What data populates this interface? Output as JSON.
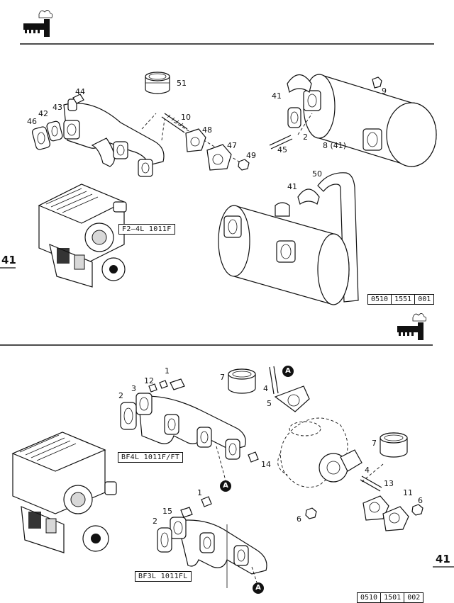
{
  "section_number": "41",
  "diagram_top": {
    "callouts": [
      "44",
      "43",
      "42",
      "46",
      "51",
      "10",
      "48",
      "47",
      "49",
      "41",
      "9",
      "2",
      "45",
      "8 (41)",
      "50",
      "41"
    ],
    "engine_label": "F2–4L 1011F",
    "reference": [
      "0510",
      "1551",
      "001"
    ]
  },
  "diagram_bottom": {
    "callouts": [
      "1",
      "12",
      "3",
      "2",
      "7",
      "4",
      "5",
      "14",
      "15",
      "1",
      "2",
      "7",
      "4",
      "13",
      "11",
      "6",
      "6"
    ],
    "engine_labels": [
      "BF4L 1011F/FT",
      "BF3L 1011FL"
    ],
    "marker_label": "A",
    "reference": [
      "0510",
      "1501",
      "002"
    ]
  }
}
